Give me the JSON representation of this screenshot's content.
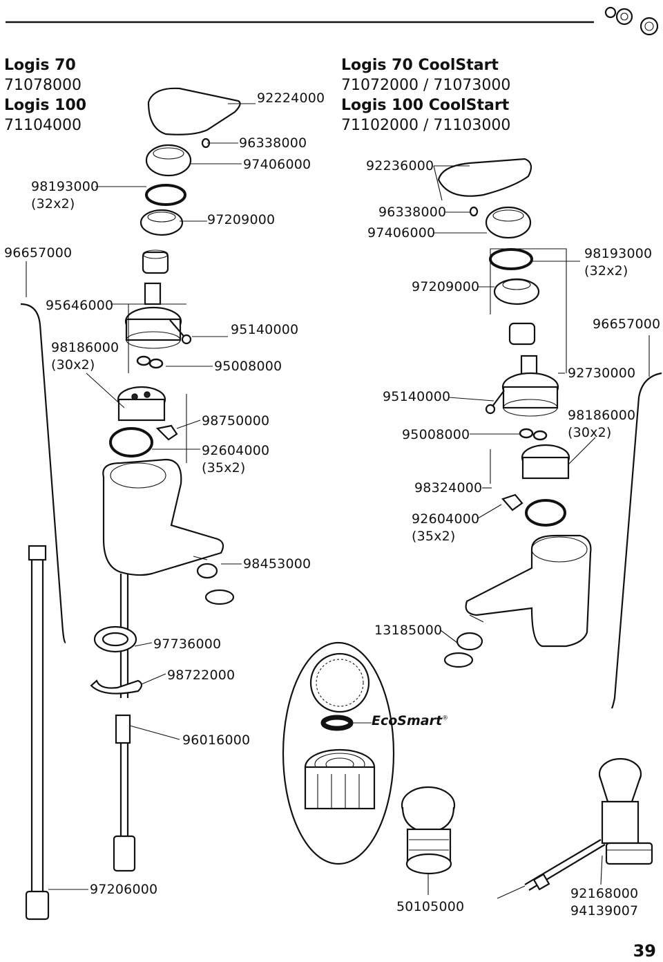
{
  "header_left": {
    "line1": "Logis 70",
    "line2": "71078000",
    "line3": "Logis 100",
    "line4": "71104000"
  },
  "header_right": {
    "line1": "Logis 70 CoolStart",
    "line2": "71072000 / 71073000",
    "line3": "Logis 100 CoolStart",
    "line4": "71102000 / 71103000"
  },
  "left_labels": {
    "p92224000": "92224000",
    "p96338000": "96338000",
    "p97406000": "97406000",
    "p98193000": "98193000",
    "p98193000_qty": "(32x2)",
    "p97209000": "97209000",
    "p96657000": "96657000",
    "p95646000": "95646000",
    "p95140000": "95140000",
    "p98186000": "98186000",
    "p98186000_qty": "(30x2)",
    "p95008000": "95008000",
    "p98750000": "98750000",
    "p92604000": "92604000",
    "p92604000_qty": "(35x2)",
    "p98453000": "98453000",
    "p97736000": "97736000",
    "p98722000": "98722000",
    "p96016000": "96016000",
    "p97206000": "97206000"
  },
  "right_labels": {
    "p92236000": "92236000",
    "p96338000": "96338000",
    "p97406000": "97406000",
    "p98193000": "98193000",
    "p98193000_qty": "(32x2)",
    "p97209000": "97209000",
    "p96657000": "96657000",
    "p92730000": "92730000",
    "p95140000": "95140000",
    "p98186000": "98186000",
    "p98186000_qty": "(30x2)",
    "p95008000": "95008000",
    "p98324000": "98324000",
    "p92604000": "92604000",
    "p92604000_qty": "(35x2)",
    "p13185000": "13185000"
  },
  "bottom_labels": {
    "eco_smart": "EcoSmart",
    "registered": "®",
    "p50105000": "50105000",
    "p92168000": "92168000",
    "p94139007": "94139007"
  },
  "page_number": "39"
}
